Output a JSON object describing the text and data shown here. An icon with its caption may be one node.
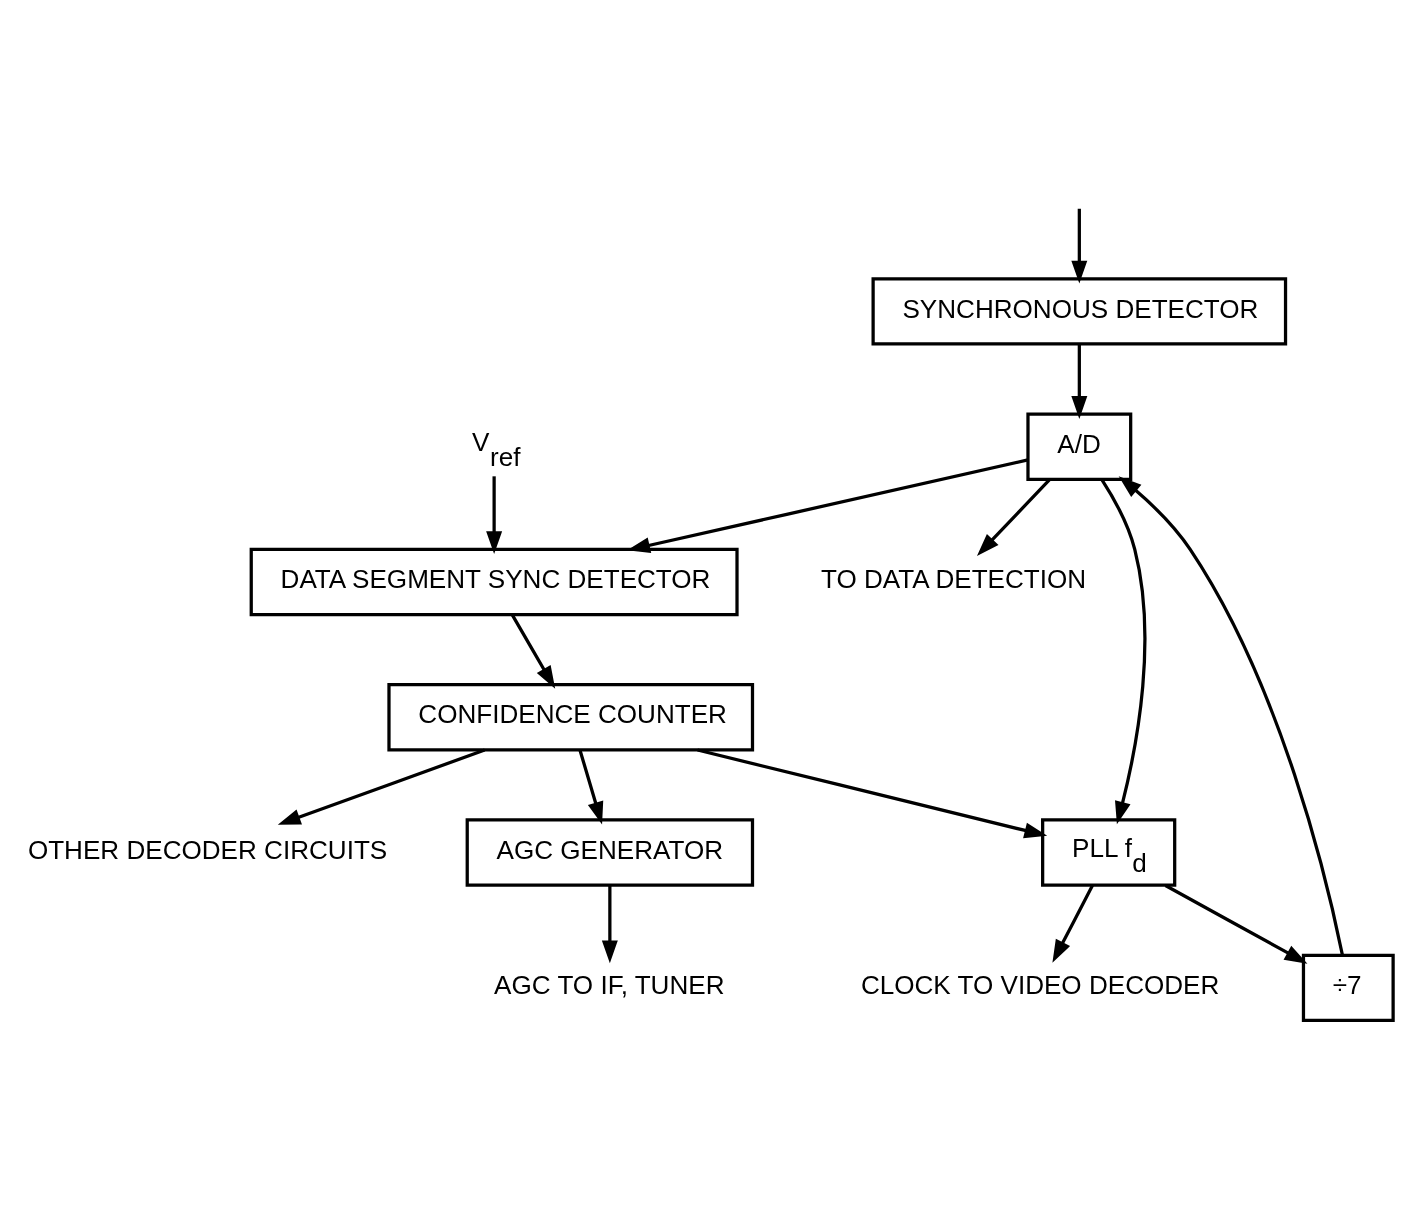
{
  "diagram": {
    "nodes": [
      {
        "text": [
          "SYNCHRONOUS DETECTOR"
        ]
      },
      {
        "text": [
          "A/D"
        ]
      },
      {
        "text": [
          "÷7"
        ]
      },
      {
        "text": [
          "PLL f$_{d}$"
        ]
      },
      {
        "text": [
          "DATA SEGMENT SYNC DETECTOR"
        ]
      },
      {
        "text": [
          "CONFIDENCE COUNTER"
        ]
      },
      {
        "text": [
          "AGC GENERATOR"
        ]
      },
      {
        "text": [
          "TO DATA DETECTION"
        ]
      },
      {
        "text": [
          "CLOCK TO VIDEO DECODER"
        ]
      },
      {
        "text": [
          "V$_{ref}$"
        ]
      },
      {
        "text": [
          "OTHER DECODER CIRCUITS"
        ]
      },
      {
        "text": [
          "AGC TO IF, TUNER"
        ]
      }
    ],
    "edges": [
      {
        "from": null,
        "to": 0,
        "arrow": "to"
      },
      {
        "from": 0,
        "to": 1,
        "arrow": "to"
      },
      {
        "from": 1,
        "to": 7,
        "arrow": "to"
      },
      {
        "from": 1,
        "to": 3,
        "arrow": "to"
      },
      {
        "from": 1,
        "to": 4,
        "arrow": "to"
      },
      {
        "from": 3,
        "to": 2,
        "arrow": "to"
      },
      {
        "from": 2,
        "to": 1,
        "arrow": "to"
      },
      {
        "from": 3,
        "to": 8,
        "arrow": "to"
      },
      {
        "from": 9,
        "to": 4,
        "arrow": "to"
      },
      {
        "from": 4,
        "to": 5,
        "arrow": "to"
      },
      {
        "from": 5,
        "to": 10,
        "arrow": "to"
      },
      {
        "from": 5,
        "to": 3,
        "arrow": "to"
      },
      {
        "from": 5,
        "to": 6,
        "arrow": "to"
      },
      {
        "from": 6,
        "to": 11,
        "arrow": "to"
      }
    ]
  }
}
